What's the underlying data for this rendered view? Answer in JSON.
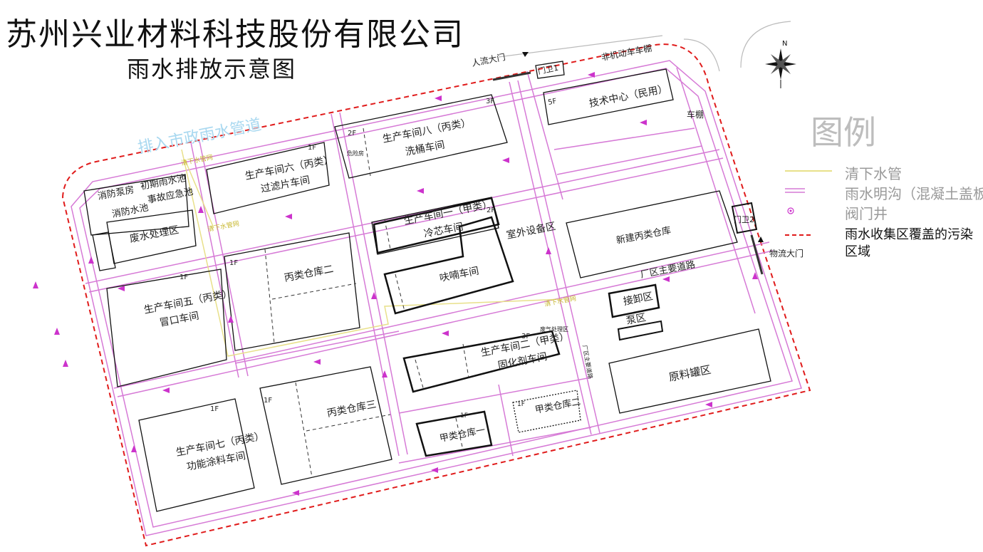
{
  "title": "苏州兴业材料科技股份有限公司",
  "subtitle": "雨水排放示意图",
  "plan_labels": {
    "outfall": "排入市政雨水管道",
    "gate_people": "人流大门",
    "gate_logistics": "物流大门",
    "guard1": "门卫1",
    "guard2": "门卫2",
    "bike_shed": "非机动车车棚",
    "car_shed": "车棚",
    "tech_center": "技术中心（民用）",
    "tech_floor": "5F",
    "ws8_line1": "生产车间八（丙类）",
    "ws8_line2": "洗桶车间",
    "ws8_floor": "3F",
    "ws8_floor2": "2F",
    "ws8_sub": "危险房",
    "ws6_line1": "生产车间六（丙类）",
    "ws6_line2": "过滤片车间",
    "ws6_floor": "1F",
    "fire_pump": "消防泵房",
    "initial_rain": "初期雨水池",
    "accident_pool": "事故应急池",
    "fire_pool": "消防水池",
    "wastewater": "废水处理区",
    "ws1_line1": "生产车间一（甲类）",
    "ws1_line2": "冷芯车间",
    "ws1_floor": "2F",
    "outdoor_equipment": "室外设备区",
    "furan": "呋喃车间",
    "new_warehouse": "新建丙类仓库",
    "main_road": "厂区主要道路",
    "unloading": "接卸区",
    "pump_area": "泵区",
    "tank_area": "原料罐区",
    "wh2": "丙类仓库二",
    "wh2_floor": "1F",
    "ws5_line1": "生产车间五（丙类）",
    "ws5_line2": "冒口车间",
    "ws5_floor": "1F",
    "ws2_line1": "生产车间二（甲类）",
    "ws2_line2": "固化剂车间",
    "ws2_floor": "3F",
    "ws2_note": "废气处理区",
    "gas_note": "厂区主要道路",
    "wh3": "丙类仓库三",
    "wh3_floor": "1F",
    "ws7_line1": "生产车间七（丙类）",
    "ws7_line2": "功能涂料车间",
    "ws7_floor": "1F",
    "a_wh1": "甲类仓库一",
    "a_wh1_floor": "1F",
    "a_wh2": "甲类仓库二",
    "a_wh2_floor": "1F",
    "pipe_note1": "清下水管网",
    "pipe_note2": "清下水管网",
    "pipe_note3": "清下水管网"
  },
  "legend": {
    "title": "图例",
    "items": [
      {
        "symbol": "clean-water-pipe",
        "label": "清下水管"
      },
      {
        "symbol": "rain-ditch",
        "label": "雨水明沟（混凝土盖板"
      },
      {
        "symbol": "valve-well",
        "label": "阀门井"
      },
      {
        "symbol": "pollution-boundary",
        "label": "雨水收集区覆盖的污染区域"
      }
    ]
  },
  "compass": {
    "north_label": "N"
  },
  "colors": {
    "boundary": "#e01b1b",
    "ditch": "#d67ad6",
    "clean_pipe": "#e8e08a",
    "building": "#111111",
    "outfall_text": "#a8d8f0",
    "arrow": "#cc33cc"
  }
}
